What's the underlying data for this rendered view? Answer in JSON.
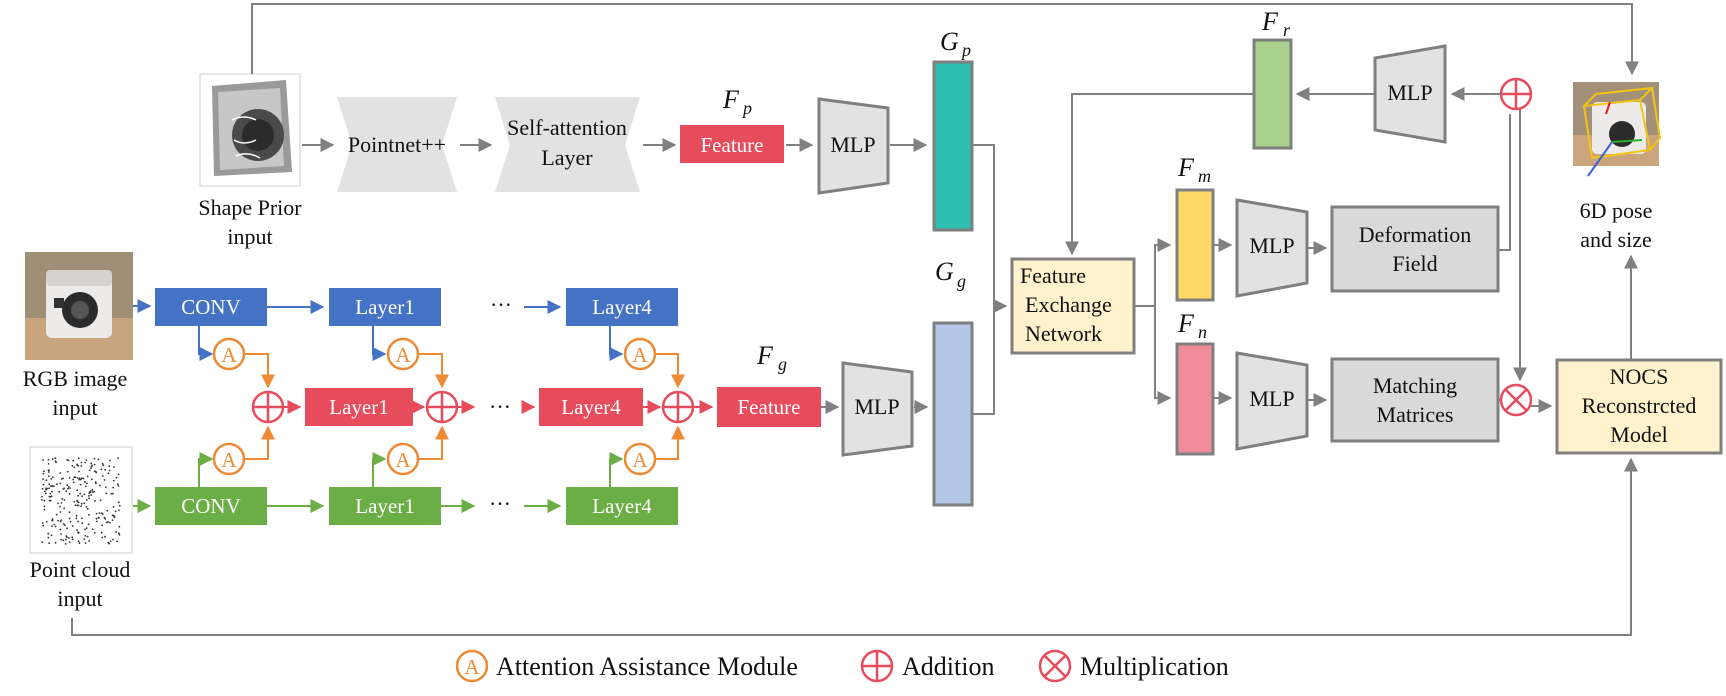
{
  "inputs": {
    "shape_prior": [
      "Shape Prior",
      "input"
    ],
    "rgb": [
      "RGB image",
      "input"
    ],
    "point_cloud": [
      "Point cloud",
      "input"
    ]
  },
  "prior_branch": {
    "pointnet": "Pointnet++",
    "self_attention": [
      "Self-attention",
      "Layer"
    ],
    "feature": "Feature",
    "fp_symbol": "F",
    "fp_sub": "p",
    "mlp": "MLP",
    "gp_symbol": "G",
    "gp_sub": "p"
  },
  "rgb_branch": {
    "conv": "CONV",
    "layer1": "Layer1",
    "layer4": "Layer4",
    "dots": "···"
  },
  "fusion_branch": {
    "layer1": "Layer1",
    "layer4": "Layer4",
    "feature": "Feature",
    "fg_symbol": "F",
    "fg_sub": "g",
    "mlp": "MLP",
    "gg_symbol": "G",
    "gg_sub": "g",
    "dots": "···"
  },
  "pc_branch": {
    "conv": "CONV",
    "layer1": "Layer1",
    "layer4": "Layer4",
    "dots": "···"
  },
  "attention_symbol": "A",
  "fen": [
    "Feature",
    "Exchange",
    "Network"
  ],
  "deform": {
    "fm_symbol": "F",
    "fm_sub": "m",
    "mlp": "MLP",
    "field": [
      "Deformation",
      "Field"
    ]
  },
  "matching": {
    "fn_symbol": "F",
    "fn_sub": "n",
    "mlp": "MLP",
    "matrices": [
      "Matching",
      "Matrices"
    ]
  },
  "recon": {
    "fr_symbol": "F",
    "fr_sub": "r",
    "mlp": "MLP"
  },
  "nocs": [
    "NOCS",
    "Reconstrcted",
    "Model"
  ],
  "output": [
    "6D pose",
    "and size"
  ],
  "legend": {
    "attention": "Attention Assistance Module",
    "addition": "Addition",
    "multiplication": "Multiplication"
  },
  "colors": {
    "blue": "#4472c4",
    "green": "#6aae45",
    "red": "#e64c5c",
    "orange": "#ee8a33",
    "teal": "#2dbfb1",
    "lavender": "#b4c7e7",
    "yellow": "#ffd966",
    "pink": "#f08c9a",
    "light_green": "#a9d18e",
    "cream": "#fff2cc",
    "gray": "#d9d9d9"
  }
}
